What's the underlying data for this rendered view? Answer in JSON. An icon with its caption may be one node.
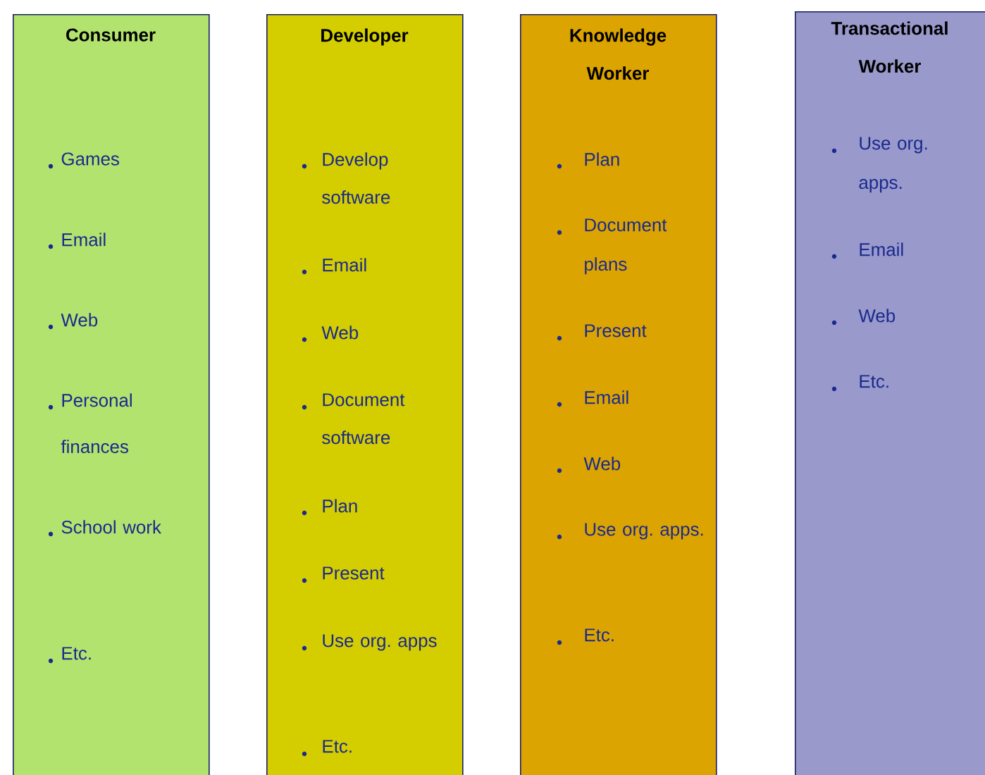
{
  "diagram": {
    "nodes": [
      {
        "text": [
          "Consumer",
          "Games",
          "Email",
          "Web",
          "Personal finances",
          "School work",
          "Etc."
        ]
      },
      {
        "text": [
          "Developer",
          "Develop software",
          "Email",
          "Web",
          "Document software",
          "Plan",
          "Present",
          "Use org. apps",
          "Etc."
        ]
      },
      {
        "text": [
          "Knowledge Worker",
          "Plan",
          "Document plans",
          "Present",
          "Email",
          "Web",
          "Use org. apps.",
          "Etc."
        ]
      },
      {
        "text": [
          "Transactional Worker",
          "Use org. apps.",
          "Email",
          "Web",
          "Etc."
        ]
      }
    ]
  }
}
